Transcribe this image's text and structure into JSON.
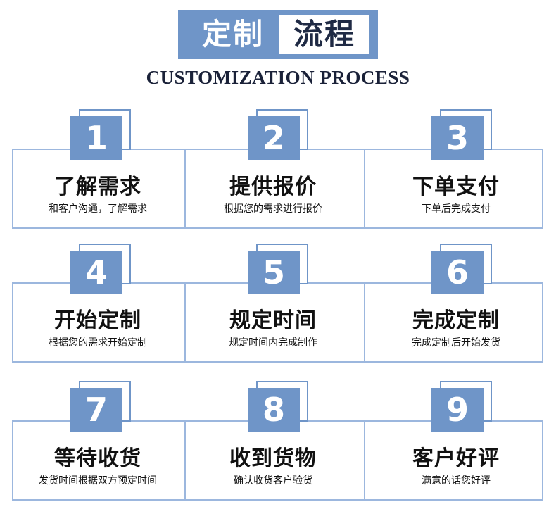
{
  "header": {
    "title_part1": "定制",
    "title_part2": "流程",
    "subtitle": "CUSTOMIZATION PROCESS"
  },
  "colors": {
    "accent": "#6f95c8",
    "border": "#9cb7de",
    "dark_text": "#1f2a44"
  },
  "steps": [
    {
      "number": "1",
      "name": "了解需求",
      "desc": "和客户沟通，了解需求"
    },
    {
      "number": "2",
      "name": "提供报价",
      "desc": "根据您的需求进行报价"
    },
    {
      "number": "3",
      "name": "下单支付",
      "desc": "下单后完成支付"
    },
    {
      "number": "4",
      "name": "开始定制",
      "desc": "根据您的需求开始定制"
    },
    {
      "number": "5",
      "name": "规定时间",
      "desc": "规定时间内完成制作"
    },
    {
      "number": "6",
      "name": "完成定制",
      "desc": "完成定制后开始发货"
    },
    {
      "number": "7",
      "name": "等待收货",
      "desc": "发货时间根据双方预定时间"
    },
    {
      "number": "8",
      "name": "收到货物",
      "desc": "确认收货客户验货"
    },
    {
      "number": "9",
      "name": "客户好评",
      "desc": "满意的话您好评"
    }
  ]
}
